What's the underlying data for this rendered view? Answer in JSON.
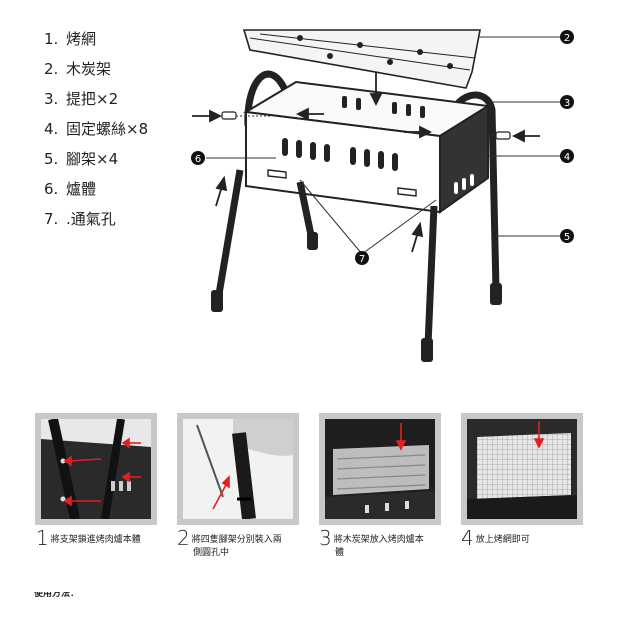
{
  "parts": [
    {
      "num": "1.",
      "label": "烤網"
    },
    {
      "num": "2.",
      "label": "木炭架"
    },
    {
      "num": "3.",
      "label": "提把×2"
    },
    {
      "num": "4.",
      "label": "固定螺絲×8"
    },
    {
      "num": "5.",
      "label": "腳架×4"
    },
    {
      "num": "6.",
      "label": "爐體"
    },
    {
      "num": "7.",
      "label": ".通氣孔"
    }
  ],
  "callouts": [
    "2",
    "3",
    "4",
    "5",
    "6",
    "7"
  ],
  "steps": [
    {
      "num": "1",
      "line1": "將支架鎖進烤肉爐本體",
      "line2": ""
    },
    {
      "num": "2",
      "line1": "將四隻腳架分別裝入兩",
      "line2": "側圓孔中"
    },
    {
      "num": "3",
      "line1": "將木炭架放入烤肉爐本",
      "line2": "體"
    },
    {
      "num": "4",
      "line1": "放上烤網即可",
      "line2": ""
    }
  ],
  "footer_text": "使用方法："
}
